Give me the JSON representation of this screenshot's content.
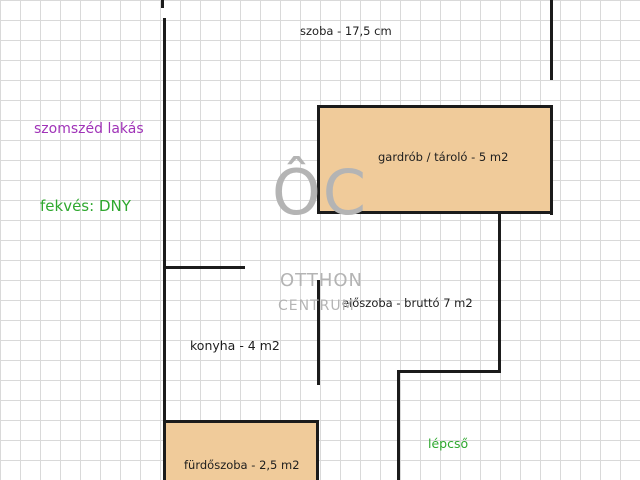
{
  "rooms": {
    "szoba": "szoba - 17,5 cm",
    "gardrob": "gardrób / tároló - 5 m2",
    "eloszoba": "előszoba - bruttó 7 m2",
    "konyha": "konyha - 4 m2",
    "furdoszoba": "fürdőszoba - 2,5 m2",
    "lepcso": "lépcső"
  },
  "annotations": {
    "neighbor": "szomszéd lakás",
    "orientation": "fekvés: DNY"
  },
  "watermark": {
    "logo_text": "ÔC",
    "line1": "OTTHON",
    "line2": "CENTRUM"
  },
  "colors": {
    "wood_fill": "#f0cb9a",
    "wall": "#1b1b1b",
    "neighbor_text": "#a033b8",
    "orientation_text": "#2fa82f",
    "stairs_text": "#2fa82f",
    "watermark": "#b4b4b4"
  }
}
